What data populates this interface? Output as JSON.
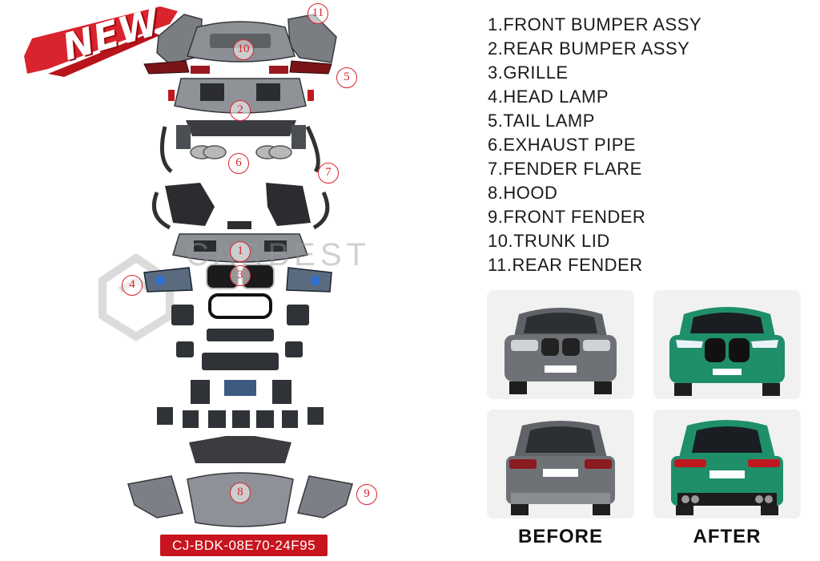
{
  "badge": {
    "new_label": "NEW"
  },
  "watermark": "CARBEST",
  "product_code": "CJ-BDK-08E70-24F95",
  "callouts": [
    "1",
    "2",
    "3",
    "4",
    "5",
    "6",
    "7",
    "8",
    "9",
    "10",
    "11"
  ],
  "parts": [
    "1.FRONT BUMPER ASSY",
    "2.REAR BUMPER ASSY",
    "3.GRILLE",
    "4.HEAD LAMP",
    "5.TAIL LAMP",
    "6.EXHAUST PIPE",
    "7.FENDER FLARE",
    "8.HOOD",
    "9.FRONT FENDER",
    "10.TRUNK LID",
    "11.REAR FENDER"
  ],
  "captions": {
    "before": "BEFORE",
    "after": "AFTER"
  },
  "colors": {
    "accent_red": "#d9232d",
    "code_box_bg": "#c8141e",
    "before_car": "#6e7276",
    "after_car": "#1f8f6a"
  }
}
